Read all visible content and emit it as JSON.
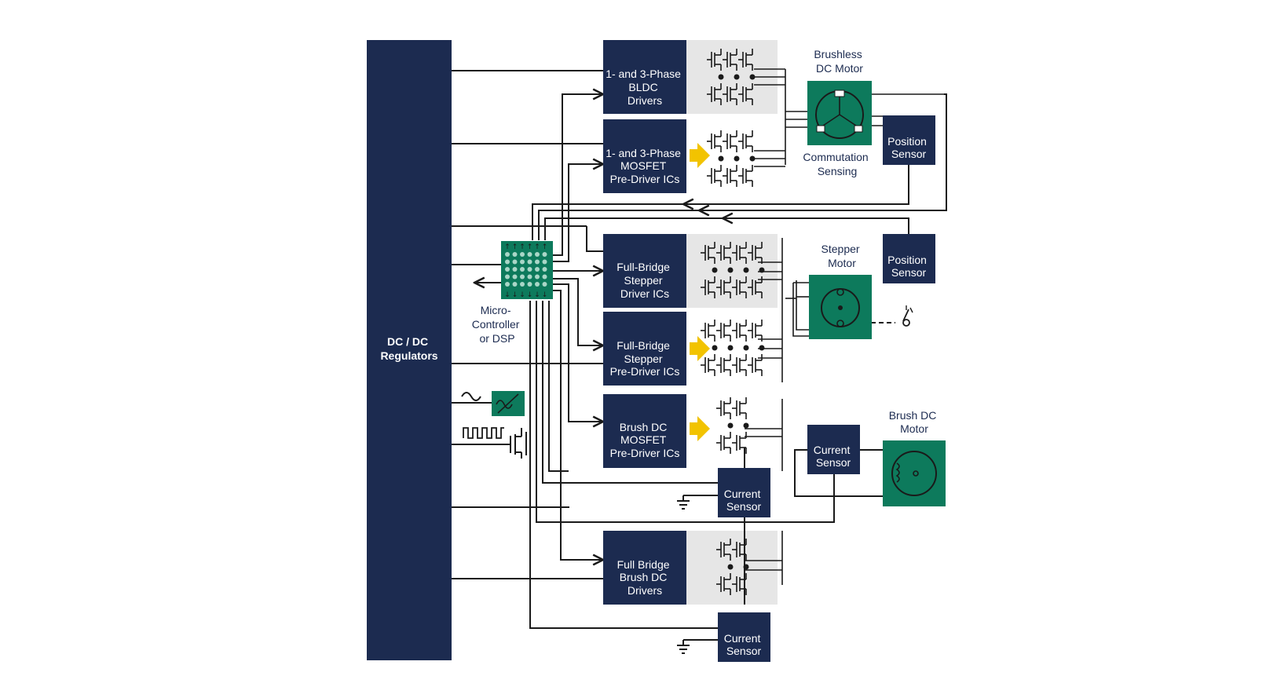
{
  "colors": {
    "navy": "#1c2b50",
    "green": "#0d7a5c",
    "gray_panel": "#e6e6e6",
    "arrow_yellow": "#f2c300",
    "wire": "#1a1a1a",
    "text_dark": "#1c2b50"
  },
  "regulators": {
    "label": [
      "DC / DC",
      "Regulators"
    ]
  },
  "microcontroller": {
    "label": [
      "Micro-",
      "Controller",
      "or DSP"
    ]
  },
  "blocks": {
    "bldc_drivers": [
      "1- and 3-Phase",
      "BLDC",
      "Drivers"
    ],
    "mosfet_predrivers": [
      "1- and 3-Phase",
      "MOSFET",
      "Pre-Driver ICs"
    ],
    "stepper_drivers": [
      "Full-Bridge",
      "Stepper",
      "Driver ICs"
    ],
    "stepper_predrivers": [
      "Full-Bridge",
      "Stepper",
      "Pre-Driver ICs"
    ],
    "brushdc_predrivers": [
      "Brush DC",
      "MOSFET",
      "Pre-Driver ICs"
    ],
    "fullbridge_brushdc": [
      "Full Bridge",
      "Brush DC",
      "Drivers"
    ]
  },
  "sensors": {
    "position_sensor_1": [
      "Position",
      "Sensor"
    ],
    "position_sensor_2": [
      "Position",
      "Sensor"
    ],
    "current_sensor_1": [
      "Current",
      "Sensor"
    ],
    "current_sensor_2": [
      "Current",
      "Sensor"
    ],
    "current_sensor_3": [
      "Current",
      "Sensor"
    ]
  },
  "motors": {
    "brushless": [
      "Brushless",
      "DC Motor"
    ],
    "commutation": [
      "Commutation",
      "Sensing"
    ],
    "stepper": [
      "Stepper",
      "Motor"
    ],
    "brushdc": [
      "Brush DC",
      "Motor"
    ]
  },
  "icons": {
    "adc": "sine-to-square-converter-icon",
    "pwm": "pwm-waveform-icon",
    "ground": "ground-icon",
    "switch": "mosfet-switch-icon",
    "limit_switch": "limit-switch-icon"
  }
}
